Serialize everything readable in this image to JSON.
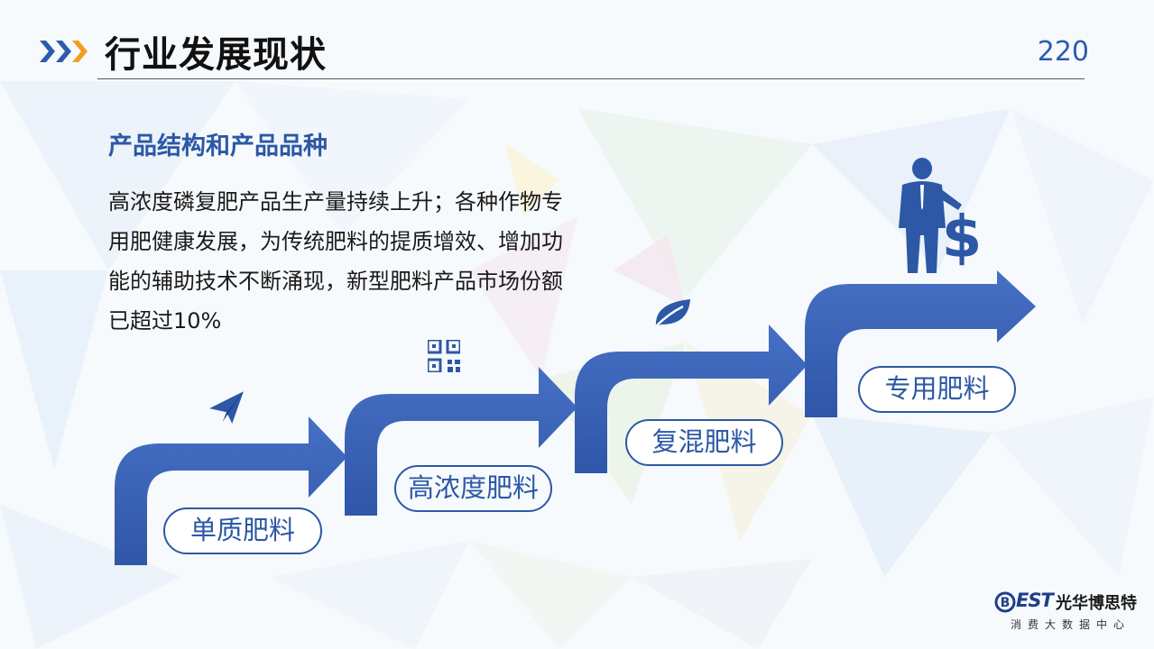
{
  "header": {
    "title": "行业发展现状",
    "page_number": "220"
  },
  "content": {
    "heading": "产品结构和产品品种",
    "paragraph": "高浓度磷复肥产品生产量持续上升；各种作物专用肥健康发展，为传统肥料的提质增效、增加功能的辅助技术不断涌现，新型肥料产品市场份额已超过10%"
  },
  "steps": [
    {
      "label": "单质肥料",
      "icon": "paper-plane-icon"
    },
    {
      "label": "高浓度肥料",
      "icon": "qr-code-icon"
    },
    {
      "label": "复混肥料",
      "icon": "leaf-icon"
    },
    {
      "label": "专用肥料",
      "icon": "businessman-dollar-icon"
    }
  ],
  "logo": {
    "mark_letter": "B",
    "est_text": "EST",
    "cn_text": "光华博思特",
    "sub_text": "消费大数据中心"
  },
  "colors": {
    "accent_blue": "#2c58a6",
    "arrow_blue": "#3a62b8",
    "chevron_blue": "#2b5cb0",
    "chevron_orange": "#f39c1f"
  }
}
